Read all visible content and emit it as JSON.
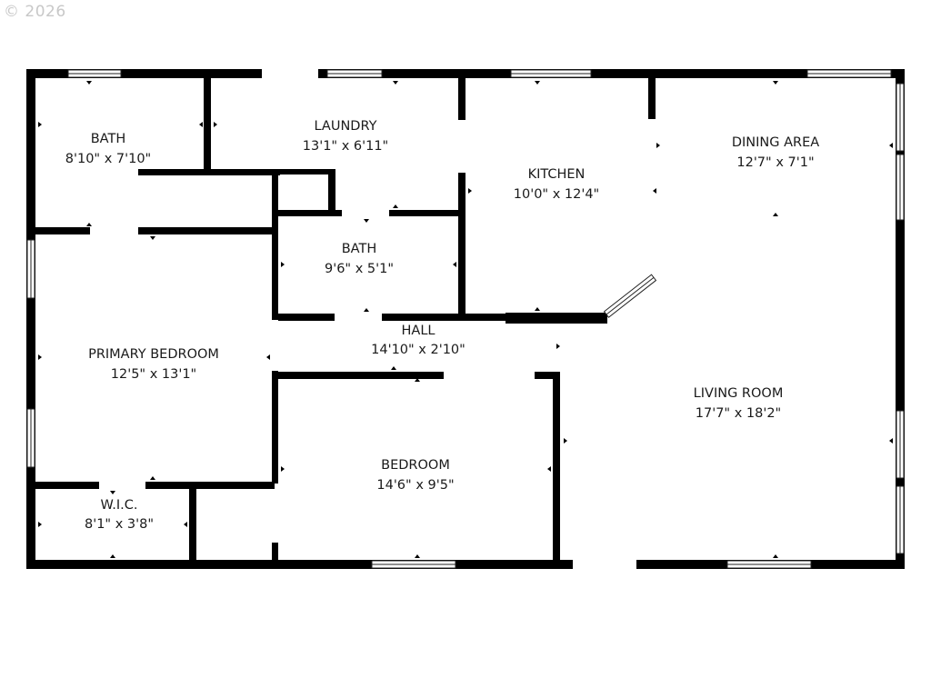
{
  "copyright": "© 2026",
  "rooms": [
    {
      "name": "BATH",
      "size": "8'10\" x 7'10\""
    },
    {
      "name": "LAUNDRY",
      "size": "13'1\" x 6'11\""
    },
    {
      "name": "KITCHEN",
      "size": "10'0\" x 12'4\""
    },
    {
      "name": "DINING AREA",
      "size": "12'7\" x 7'1\""
    },
    {
      "name": "BATH",
      "size": "9'6\" x 5'1\""
    },
    {
      "name": "HALL",
      "size": "14'10\" x 2'10\""
    },
    {
      "name": "PRIMARY BEDROOM",
      "size": "12'5\" x 13'1\""
    },
    {
      "name": "LIVING ROOM",
      "size": "17'7\" x 18'2\""
    },
    {
      "name": "BEDROOM",
      "size": "14'6\" x 9'5\""
    },
    {
      "name": "W.I.C.",
      "size": "8'1\" x 3'8\""
    }
  ]
}
